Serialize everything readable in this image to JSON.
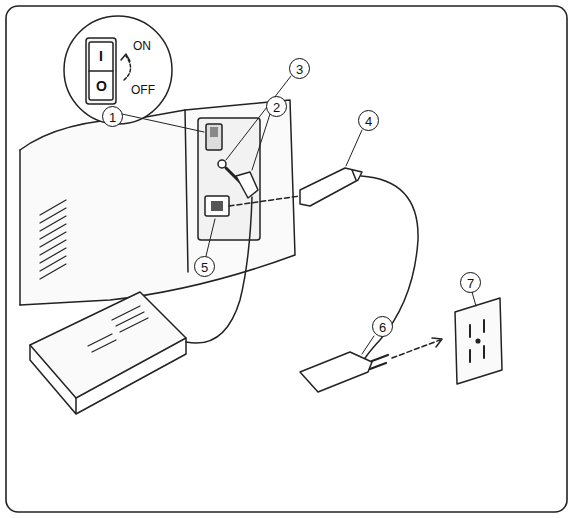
{
  "diagram": {
    "labels": [
      "I",
      "O",
      "ON",
      "OFF",
      "1",
      "2",
      "3",
      "4",
      "5",
      "6",
      "7"
    ]
  }
}
